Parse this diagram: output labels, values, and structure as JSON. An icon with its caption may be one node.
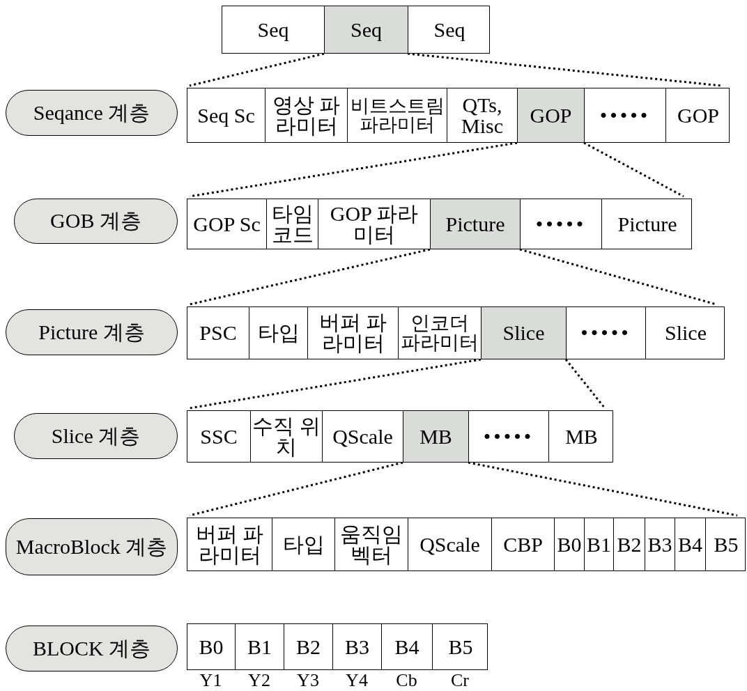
{
  "diagram": {
    "nodes": [
      {
        "text": [],
        "shape": "box"
      },
      {
        "text": [
          "Seq"
        ],
        "in": 0
      },
      {
        "text": [
          "Seq"
        ],
        "in": 0
      },
      {
        "text": [
          "Seq"
        ],
        "in": 0
      },
      {
        "text": [
          "Seqance 계층"
        ]
      },
      {
        "text": [],
        "shape": "box"
      },
      {
        "text": [
          "Seq Sc"
        ],
        "in": 5
      },
      {
        "text": [
          "영상 파라미터"
        ],
        "in": 5
      },
      {
        "text": [
          "비트스트림 파라미터"
        ],
        "in": 5
      },
      {
        "text": [
          "QTs, Misc"
        ],
        "in": 5
      },
      {
        "text": [
          "GOP"
        ],
        "in": 5
      },
      {
        "text": [
          "•••••"
        ],
        "in": 5
      },
      {
        "text": [
          "GOP"
        ],
        "in": 5
      },
      {
        "text": [
          "GOB 계층"
        ]
      },
      {
        "text": [],
        "shape": "box"
      },
      {
        "text": [
          "GOP Sc"
        ],
        "in": 14
      },
      {
        "text": [
          "타임 코드"
        ],
        "in": 14
      },
      {
        "text": [
          "GOP 파라미터"
        ],
        "in": 14
      },
      {
        "text": [
          "Picture"
        ],
        "in": 14
      },
      {
        "text": [
          "•••••"
        ],
        "in": 14
      },
      {
        "text": [
          "Picture"
        ],
        "in": 14
      },
      {
        "text": [
          "Picture 계층"
        ]
      },
      {
        "text": [],
        "shape": "box"
      },
      {
        "text": [
          "PSC"
        ],
        "in": 22
      },
      {
        "text": [
          "타입"
        ],
        "in": 22
      },
      {
        "text": [
          "버퍼 파라미터"
        ],
        "in": 22
      },
      {
        "text": [
          "인코더 파라미터"
        ],
        "in": 22
      },
      {
        "text": [
          "Slice"
        ],
        "in": 22
      },
      {
        "text": [
          "•••••"
        ],
        "in": 22
      },
      {
        "text": [
          "Slice"
        ],
        "in": 22
      },
      {
        "text": [
          "Slice 계층"
        ]
      },
      {
        "text": [],
        "shape": "box"
      },
      {
        "text": [
          "SSC"
        ],
        "in": 31
      },
      {
        "text": [
          "수직 위치"
        ],
        "in": 31
      },
      {
        "text": [
          "QScale"
        ],
        "in": 31
      },
      {
        "text": [
          "MB"
        ],
        "in": 31
      },
      {
        "text": [
          "•••••"
        ],
        "in": 31
      },
      {
        "text": [
          "MB"
        ],
        "in": 31
      },
      {
        "text": [
          "MacroBlock 계층"
        ]
      },
      {
        "text": [],
        "shape": "box"
      },
      {
        "text": [
          "버퍼 파라미터"
        ],
        "in": 39
      },
      {
        "text": [
          "타입"
        ],
        "in": 39
      },
      {
        "text": [
          "움직임 벡터"
        ],
        "in": 39
      },
      {
        "text": [
          "QScale"
        ],
        "in": 39
      },
      {
        "text": [
          "CBP"
        ],
        "in": 39
      },
      {
        "text": [
          "B0"
        ],
        "in": 39
      },
      {
        "text": [
          "B1"
        ],
        "in": 39
      },
      {
        "text": [
          "B2"
        ],
        "in": 39
      },
      {
        "text": [
          "B3"
        ],
        "in": 39
      },
      {
        "text": [
          "B4"
        ],
        "in": 39
      },
      {
        "text": [
          "B5"
        ],
        "in": 39
      },
      {
        "text": [
          "BLOCK 계층"
        ]
      },
      {
        "text": [],
        "shape": "box"
      },
      {
        "text": [
          "B0"
        ],
        "in": 52,
        "beside": [
          "Y1"
        ]
      },
      {
        "text": [
          "B1"
        ],
        "in": 52,
        "beside": [
          "Y2"
        ]
      },
      {
        "text": [
          "B2"
        ],
        "in": 52,
        "beside": [
          "Y3"
        ]
      },
      {
        "text": [
          "B3"
        ],
        "in": 52,
        "beside": [
          "Y4"
        ]
      },
      {
        "text": [
          "B4"
        ],
        "in": 52,
        "beside": [
          "Cb"
        ]
      },
      {
        "text": [
          "B5"
        ],
        "in": 52,
        "beside": [
          "Cr"
        ]
      }
    ],
    "edges": [
      {
        "from": 2,
        "to": 5,
        "arrow": "none",
        "style": "dashed"
      },
      {
        "from": 2,
        "to": 5,
        "arrow": "none",
        "style": "dashed"
      },
      {
        "from": 10,
        "to": 14,
        "arrow": "none",
        "style": "dashed"
      },
      {
        "from": 10,
        "to": 14,
        "arrow": "none",
        "style": "dashed"
      },
      {
        "from": 18,
        "to": 22,
        "arrow": "none",
        "style": "dashed"
      },
      {
        "from": 18,
        "to": 22,
        "arrow": "none",
        "style": "dashed"
      },
      {
        "from": 27,
        "to": 31,
        "arrow": "none",
        "style": "dashed"
      },
      {
        "from": 27,
        "to": 31,
        "arrow": "none",
        "style": "dashed"
      },
      {
        "from": 35,
        "to": 39,
        "arrow": "none",
        "style": "dashed"
      },
      {
        "from": 35,
        "to": 39,
        "arrow": "none",
        "style": "dashed"
      }
    ]
  }
}
